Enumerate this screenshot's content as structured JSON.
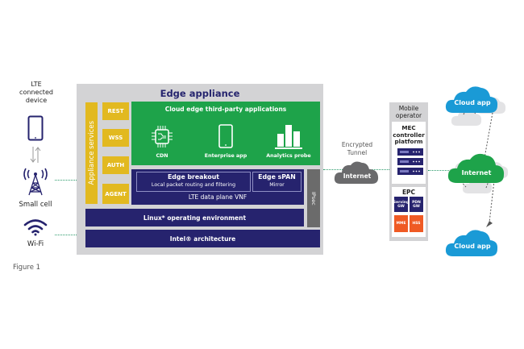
{
  "left_devices": {
    "lte_device_label": "LTE connected device",
    "lte_device_lines": [
      "LTE",
      "connected",
      "device"
    ],
    "small_cell_label": "Small cell",
    "wifi_label": "Wi-Fi",
    "figure_caption": "Figure 1"
  },
  "edge_appliance": {
    "title": "Edge appliance",
    "appliance_services_label": "Appliance services",
    "services": [
      "REST",
      "WSS",
      "AUTH",
      "AGENT"
    ],
    "cloud_edge_title": "Cloud edge third-party applications",
    "apps": [
      {
        "label": "CDN",
        "icon": "chip-icon"
      },
      {
        "label": "Enterprise app",
        "icon": "tablet-icon"
      },
      {
        "label": "Analytics probe",
        "icon": "bar-chart-icon"
      }
    ],
    "edge_breakout_title": "Edge breakout",
    "edge_breakout_subtitle": "Local packet routing and filtering",
    "edge_span_title": "Edge sPAN",
    "edge_span_subtitle": "Mirror",
    "lte_vnf_label": "LTE data plane VNF",
    "ipsec_label": "IPsec",
    "linux_label": "Linux* operating environment",
    "intel_label": "Intel® architecture"
  },
  "tunnel": {
    "label_lines": [
      "Encrypted",
      "Tunnel"
    ],
    "internet_label": "Internet"
  },
  "mobile_operator": {
    "title_lines": [
      "Mobile",
      "operator"
    ],
    "mec_lines": [
      "MEC",
      "controller",
      "platform"
    ],
    "epc_label": "EPC",
    "epc_components": [
      {
        "label_lines": [
          "Serving",
          "GW"
        ],
        "color": "#26236e"
      },
      {
        "label_lines": [
          "PDN",
          "GW"
        ],
        "color": "#26236e"
      },
      {
        "label_lines": [
          "MME"
        ],
        "color": "#ef5a24"
      },
      {
        "label_lines": [
          "HSS"
        ],
        "color": "#ef5a24"
      }
    ]
  },
  "cloud_side": {
    "top_cloud": "Cloud app",
    "internet_cloud": "Internet",
    "bottom_cloud": "Cloud app"
  },
  "colors": {
    "navy": "#26236e",
    "green": "#1ea34a",
    "yellow": "#e2b920",
    "orange": "#ef5a24",
    "cloud_blue": "#1a9ad6",
    "gray_panel": "#d3d3d5"
  }
}
